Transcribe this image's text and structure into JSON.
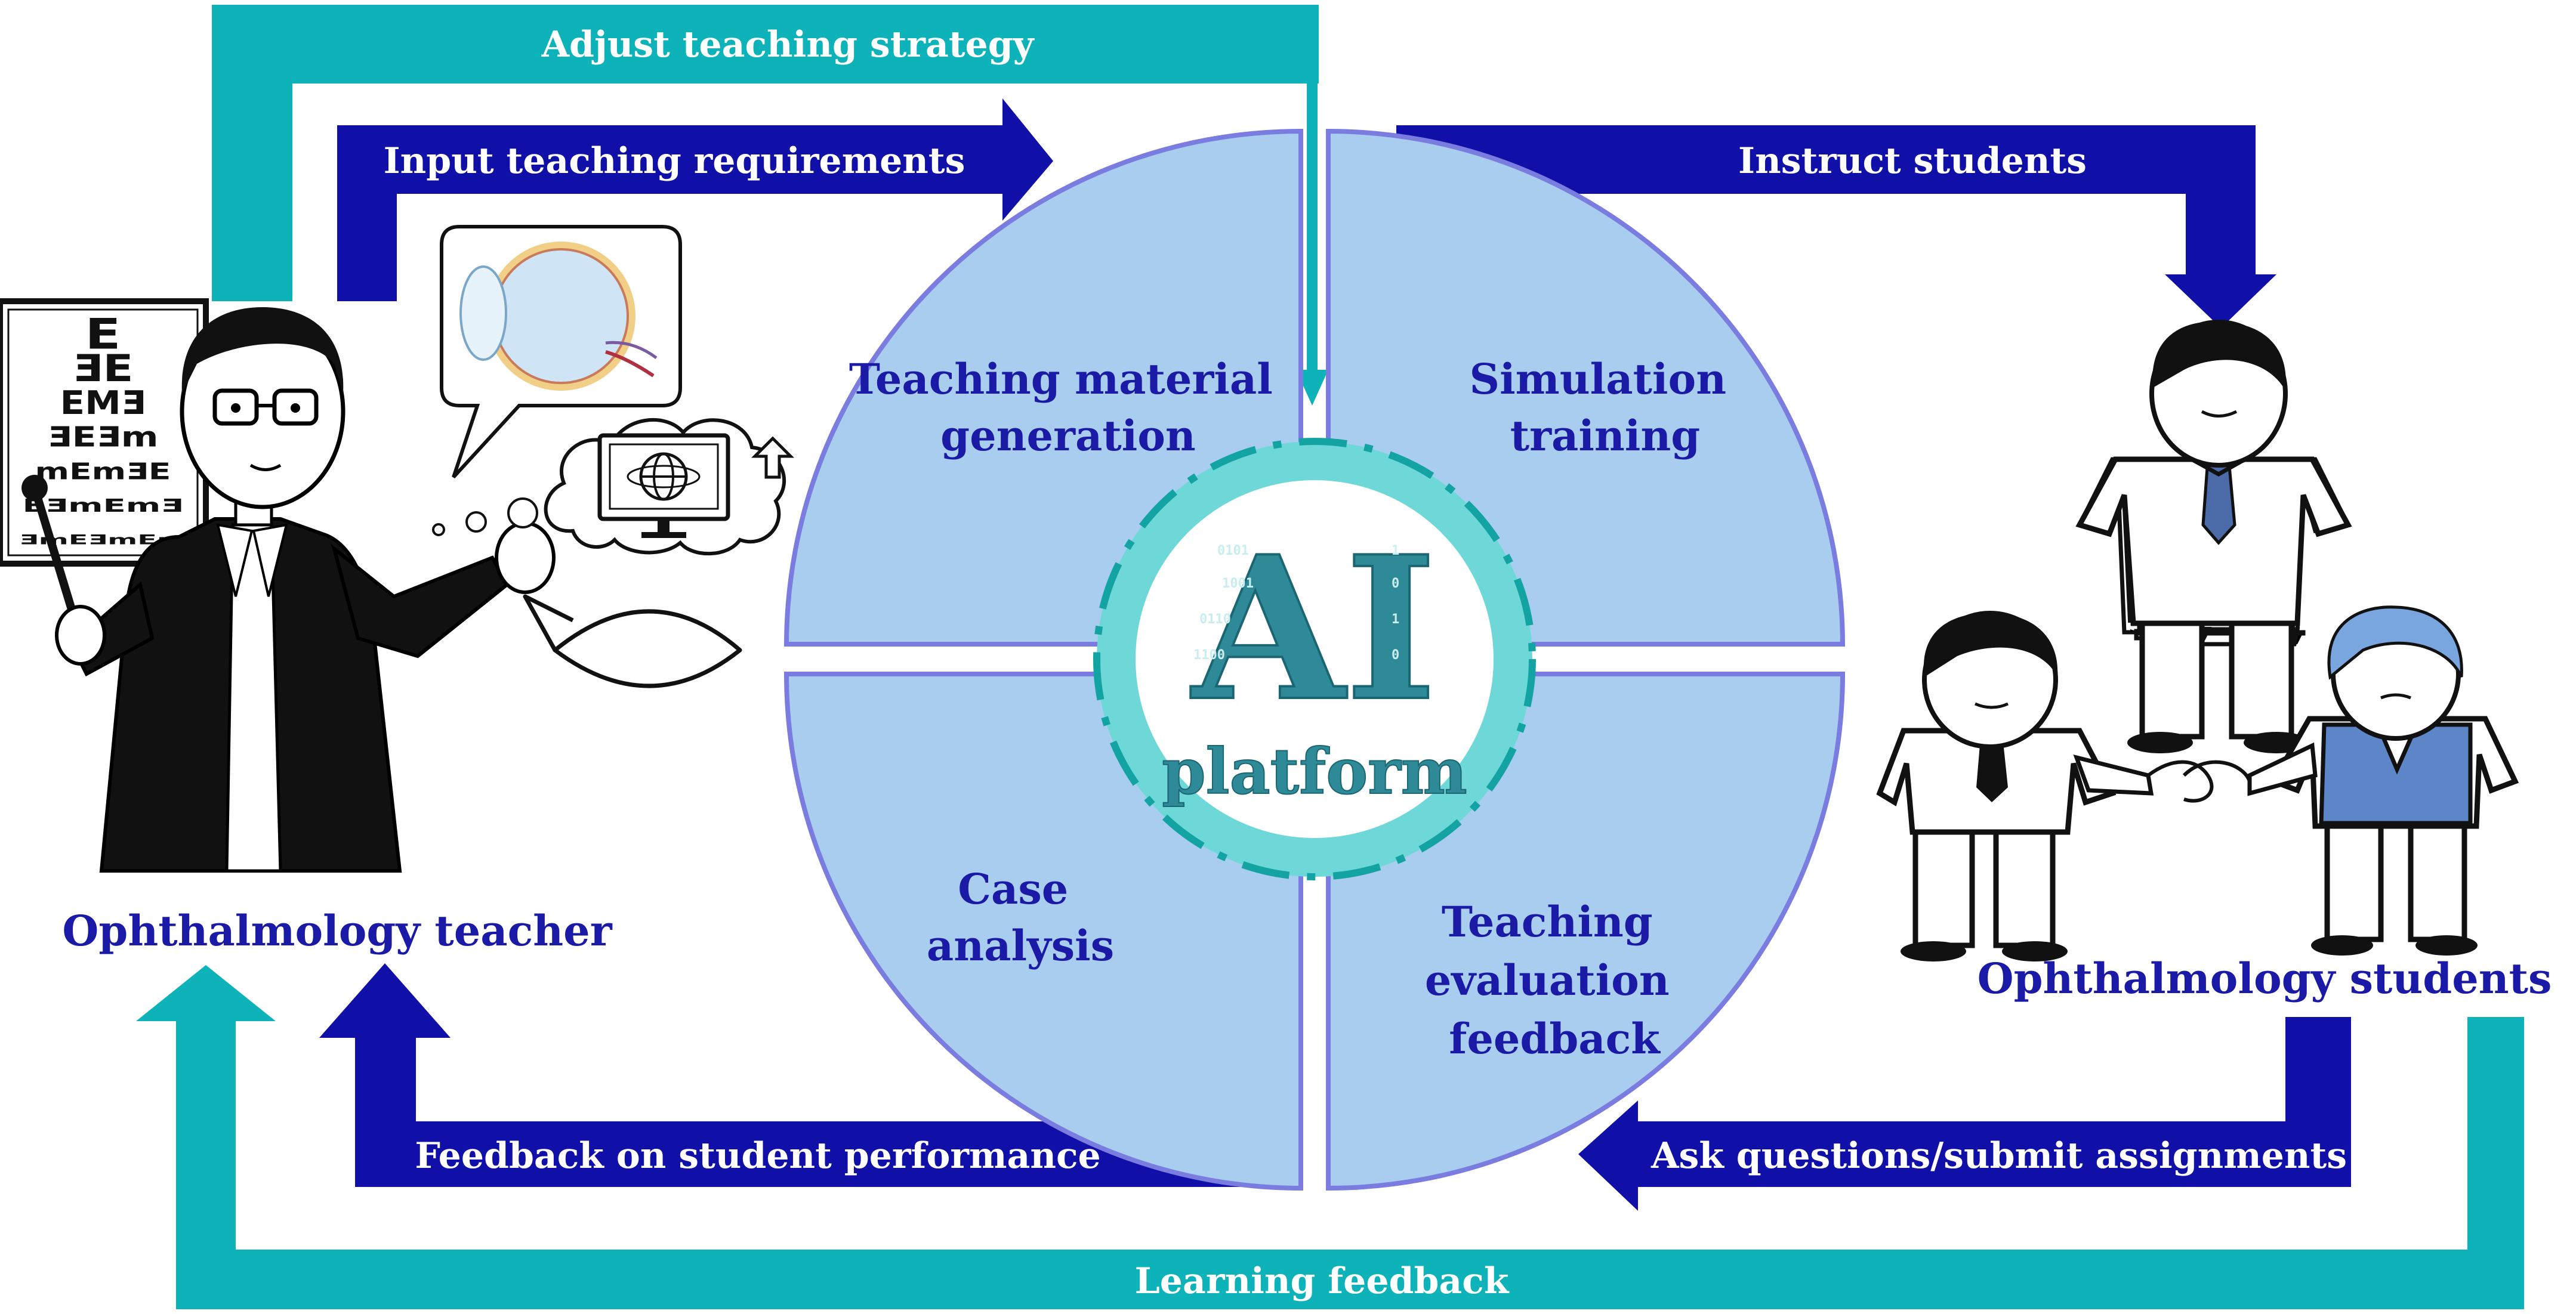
{
  "colors": {
    "teal": "#0db3b9",
    "navy": "#1010a8",
    "quadrant_fill": "#a9cdee",
    "quadrant_stroke": "#7a7cdf",
    "ring": "#6ed8d8",
    "ring_dash": "#13a3a3",
    "ai_text": "#2f8a98",
    "label_blue": "#1a1aa6",
    "student_vest": "#5d86c8"
  },
  "arrows": {
    "adjust": "Adjust teaching strategy",
    "input": "Input teaching requirements",
    "instruct": "Instruct students",
    "feedback_perf": "Feedback on student performance",
    "ask": "Ask questions/submit assignments",
    "learning": "Learning feedback"
  },
  "quadrants": {
    "q1": [
      "Teaching material",
      "generation"
    ],
    "q2": [
      "Simulation",
      "training"
    ],
    "q3": [
      "Case",
      "analysis"
    ],
    "q4": [
      "Teaching",
      "evaluation",
      "feedback"
    ]
  },
  "center": {
    "big": "AI",
    "small": "platform"
  },
  "roles": {
    "teacher": "Ophthalmology teacher",
    "students": "Ophthalmology students"
  },
  "eye_chart": {
    "rows": [
      "E",
      "ƎE",
      "EMƎ",
      "ƎEƎm",
      "mEmƎE",
      "EƎmEmƎ",
      "ƎmEƎmEm"
    ]
  },
  "icons": {
    "teacher": "teacher-figure-icon",
    "students": "students-group-icon",
    "eye_chart": "eye-chart-icon",
    "eyeball": "eyeball-cross-section-icon",
    "monitor": "computer-globe-icon",
    "upload": "upload-arrow-icon",
    "eye_shape": "eye-outline-icon",
    "binary": "binary-code-icon"
  }
}
